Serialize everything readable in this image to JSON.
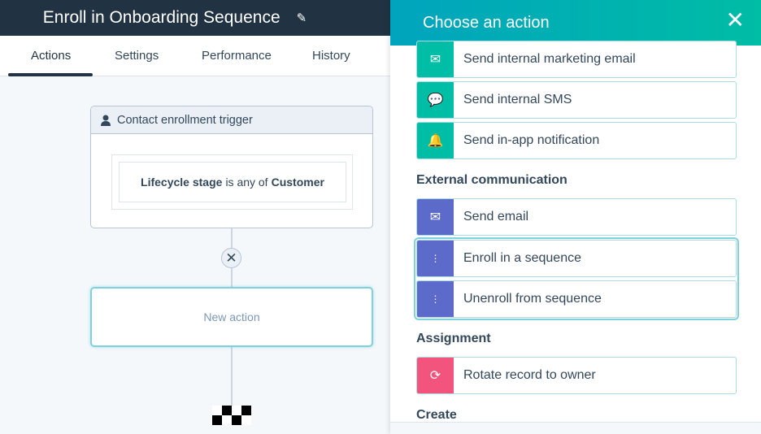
{
  "header": {
    "title": "Enroll in Onboarding Sequence",
    "edit_icon": "pencil-icon"
  },
  "tabs": [
    {
      "label": "Actions",
      "active": true
    },
    {
      "label": "Settings"
    },
    {
      "label": "Performance"
    },
    {
      "label": "History"
    }
  ],
  "canvas": {
    "trigger": {
      "title": "Contact enrollment trigger",
      "icon": "contact-icon",
      "filter": {
        "property": "Lifecycle stage",
        "operator": "is any of",
        "value": "Customer"
      }
    },
    "delete_icon": "x-icon",
    "new_action": "New action",
    "end_icon": "checkered-flag-icon"
  },
  "panel": {
    "title": "Choose an action",
    "close_icon": "close-icon",
    "items_top": [
      {
        "label": "Send internal marketing email",
        "icon": "envelope-icon",
        "color": "#00bda5"
      },
      {
        "label": "Send internal SMS",
        "icon": "chat-icon",
        "color": "#00bda5"
      },
      {
        "label": "Send in-app notification",
        "icon": "bell-icon",
        "color": "#00bda5"
      }
    ],
    "external": {
      "heading": "External communication",
      "items": [
        {
          "label": "Send email",
          "icon": "envelope-icon",
          "color": "#5c6bc9"
        },
        {
          "label": "Enroll in a sequence",
          "icon": "sequence-icon",
          "color": "#5c6bc9"
        },
        {
          "label": "Unenroll from sequence",
          "icon": "sequence-icon",
          "color": "#5c6bc9"
        }
      ]
    },
    "assignment": {
      "heading": "Assignment",
      "items": [
        {
          "label": "Rotate record to owner",
          "icon": "rotate-owner-icon",
          "color": "#f2547d"
        }
      ]
    },
    "create": {
      "heading": "Create"
    }
  }
}
